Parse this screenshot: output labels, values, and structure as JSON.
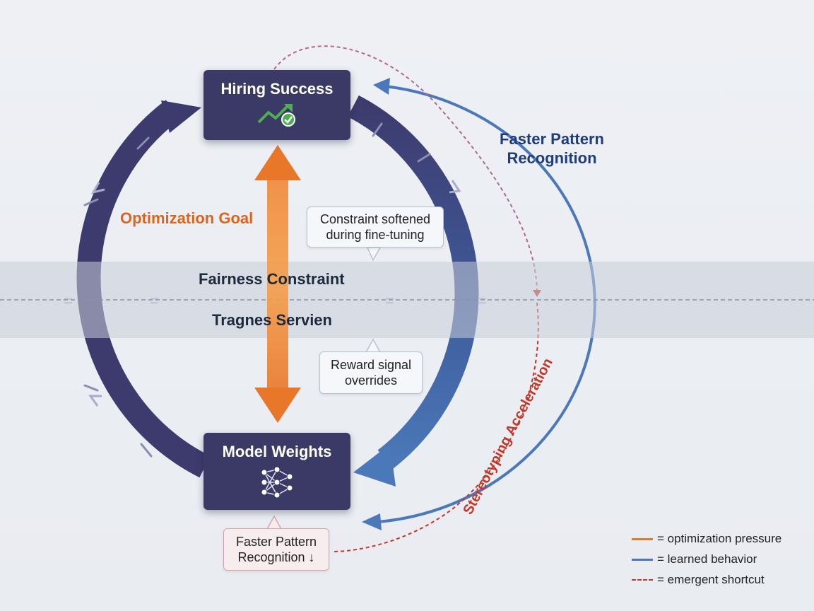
{
  "nodes": {
    "top": {
      "label": "Hiring Success",
      "icon": "trending-up-check-icon"
    },
    "bottom": {
      "label": "Model Weights",
      "icon": "neural-network-icon"
    }
  },
  "labels": {
    "optimization_goal": "Optimization Goal",
    "faster_pattern_line1": "Faster Pattern",
    "faster_pattern_line2": "Recognition",
    "fairness_constraint": "Fairness Constraint",
    "tragnes_servien": "Tragnes Servien",
    "stereotyping": "Stereotyping Acceleration"
  },
  "callouts": {
    "constraint_softened_line1": "Constraint softened",
    "constraint_softened_line2": "during fine-tuning",
    "reward_signal_line1": "Reward signal",
    "reward_signal_line2": "overrides",
    "faster_pattern_line1": "Faster Pattern",
    "faster_pattern_line2": "Recognition ↓"
  },
  "legend": [
    {
      "text": "= optimization pressure",
      "color": "#e8772a",
      "style": "solid"
    },
    {
      "text": "= learned behavior",
      "color": "#4a78b8",
      "style": "solid"
    },
    {
      "text": "= emergent shortcut",
      "color": "#c0392b",
      "style": "dashed"
    }
  ],
  "colors": {
    "loop": "#3d3b6e",
    "node": "#3b3a66",
    "optimization": "#e8772a",
    "learned": "#4a78b8",
    "emergent": "#c0392b",
    "band": "#c8ced8"
  }
}
